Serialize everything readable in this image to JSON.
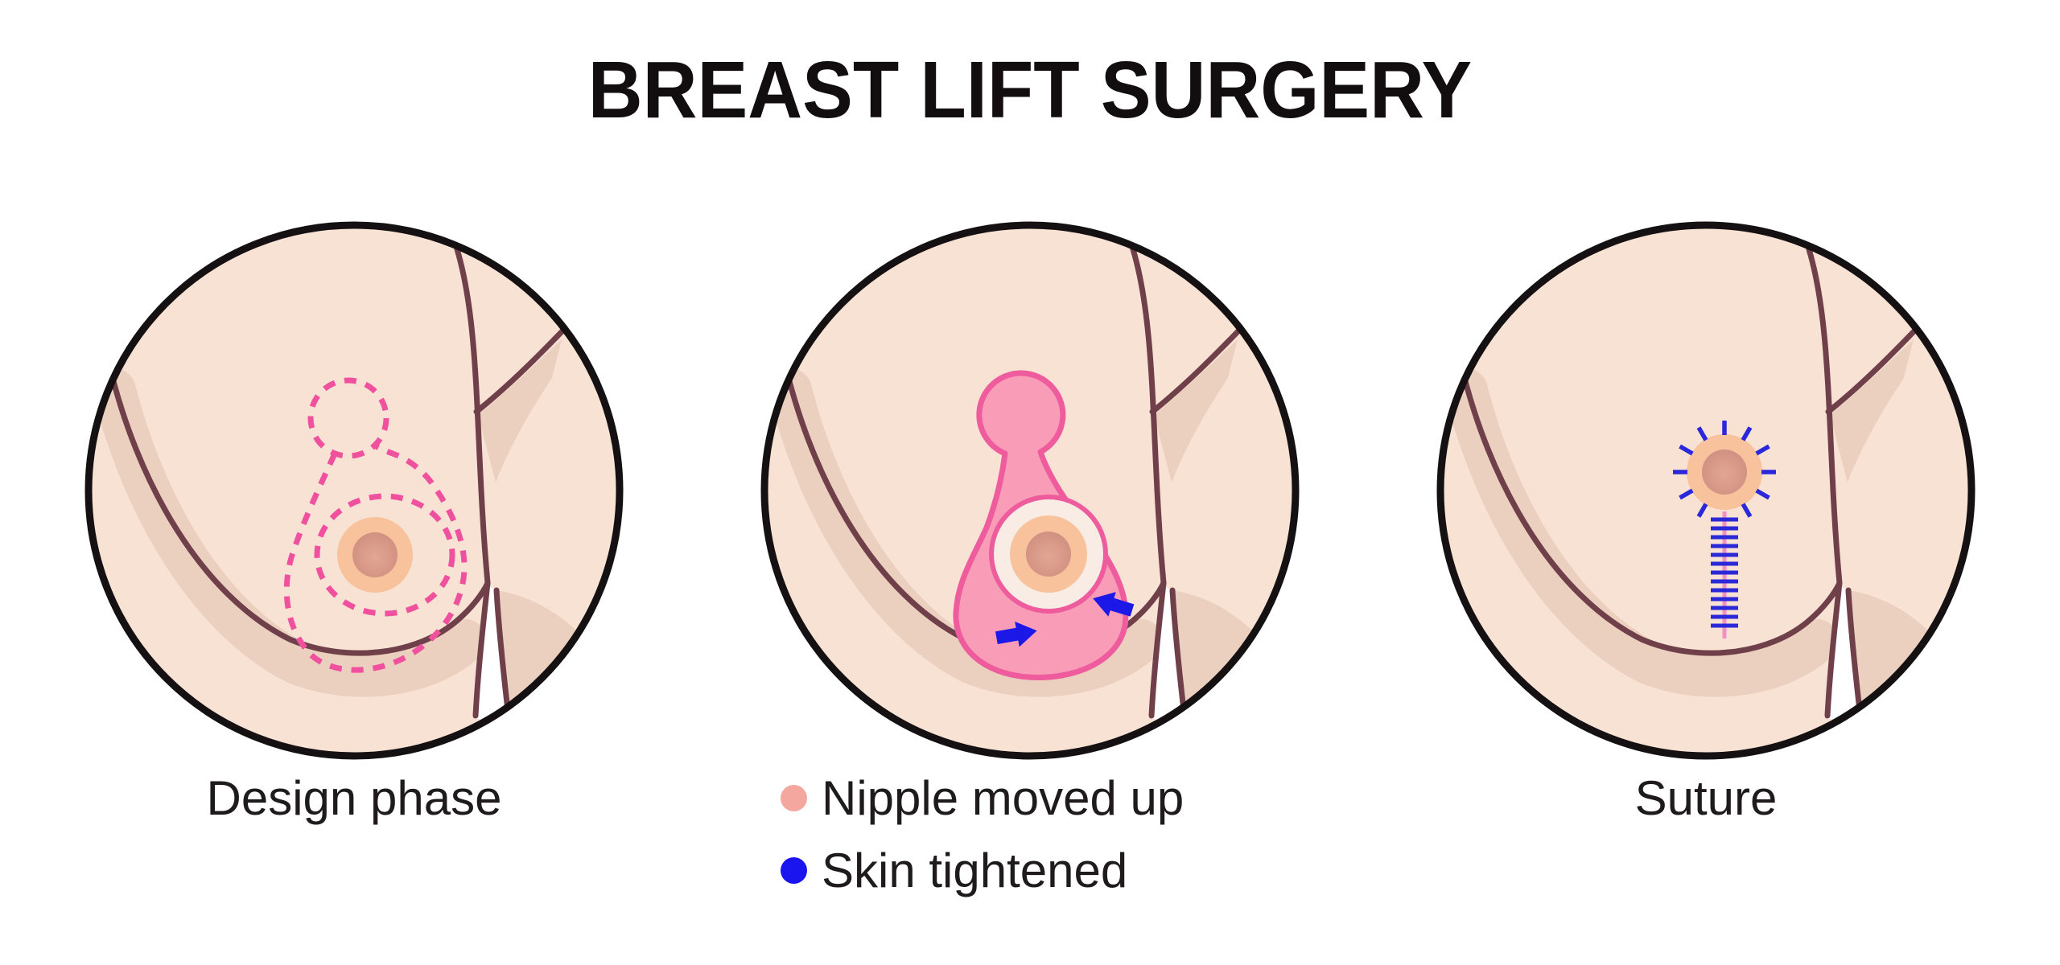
{
  "title": "BREAST LIFT SURGERY",
  "panels": [
    {
      "caption": "Design phase"
    },
    {
      "caption": ""
    },
    {
      "caption": "Suture"
    }
  ],
  "legend": {
    "items": [
      {
        "label": "Nipple moved up",
        "color": "#f4a79f"
      },
      {
        "label": "Skin tightened",
        "color": "#1a15ee"
      }
    ]
  },
  "colors": {
    "title_text": "#120d0e",
    "body_text": "#1f1b1c",
    "skin": "#f8e2d4",
    "shade": "#ecd0bf",
    "contour_line": "#6f4049",
    "circle_outline": "#151112",
    "dash_pink": "#f0519e",
    "keyhole_fill": "#f89cb7",
    "keyhole_stroke": "#ee5c9d",
    "areola_ring_cream": "#f9ece4",
    "areola_peach": "#f7c29c",
    "nipple_inner": "#e2a693",
    "nipple_outer": "#cf8e80",
    "arrow_blue": "#1c18e8",
    "suture_blue": "#2a28d8",
    "suture_pink": "#f490c2"
  }
}
